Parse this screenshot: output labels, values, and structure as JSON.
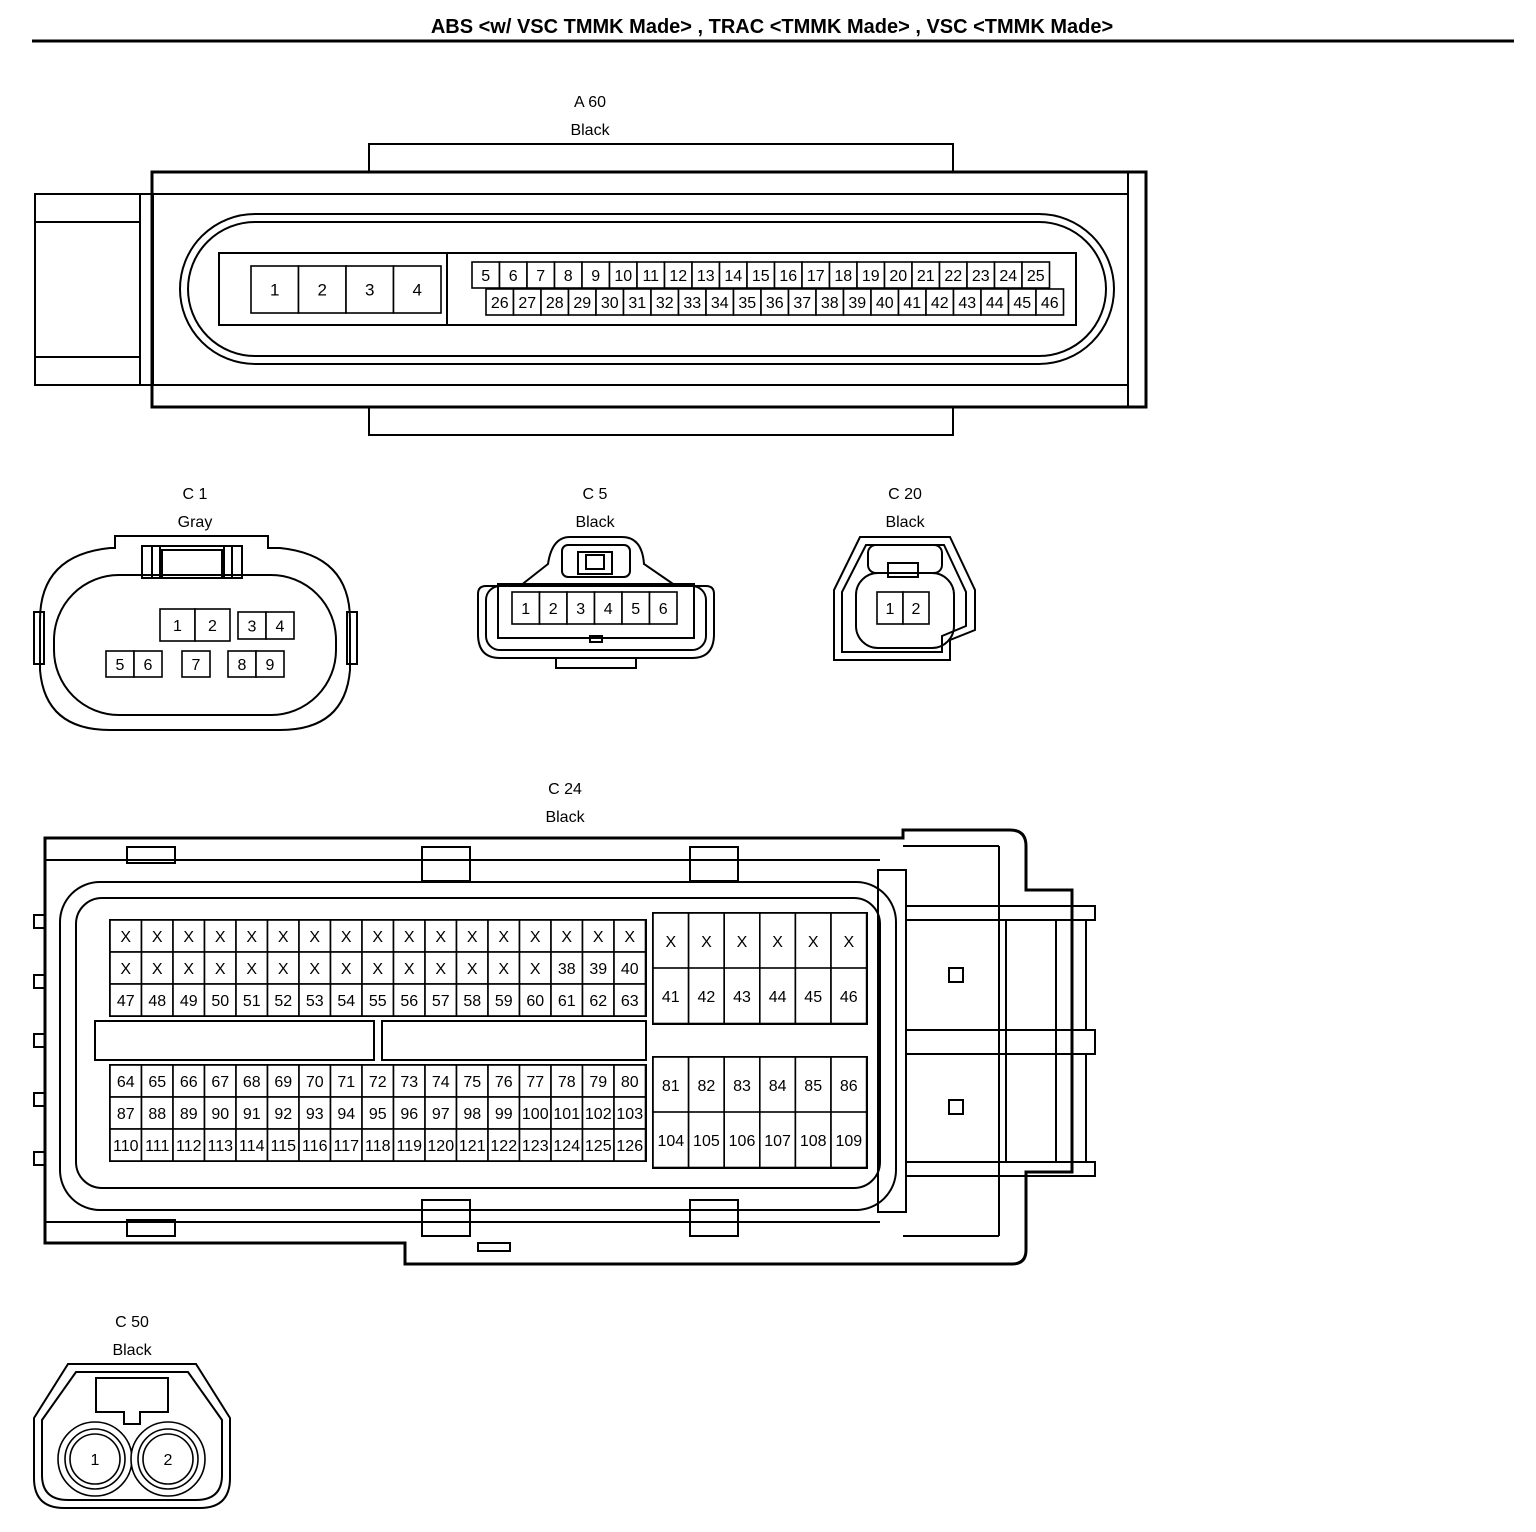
{
  "title": "ABS <w/ VSC TMMK Made> , TRAC <TMMK Made> , VSC <TMMK Made>",
  "connectors": {
    "A60": {
      "name": "A 60",
      "color": "Black",
      "pins_big": [
        "1",
        "2",
        "3",
        "4"
      ],
      "row1": [
        "5",
        "6",
        "7",
        "8",
        "9",
        "10",
        "11",
        "12",
        "13",
        "14",
        "15",
        "16",
        "17",
        "18",
        "19",
        "20",
        "21",
        "22",
        "23",
        "24",
        "25"
      ],
      "row2": [
        "26",
        "27",
        "28",
        "29",
        "30",
        "31",
        "32",
        "33",
        "34",
        "35",
        "36",
        "37",
        "38",
        "39",
        "40",
        "41",
        "42",
        "43",
        "44",
        "45",
        "46"
      ]
    },
    "C1": {
      "name": "C 1",
      "color": "Gray",
      "pins": [
        "1",
        "2",
        "3",
        "4",
        "5",
        "6",
        "7",
        "8",
        "9"
      ]
    },
    "C5": {
      "name": "C 5",
      "color": "Black",
      "pins": [
        "1",
        "2",
        "3",
        "4",
        "5",
        "6"
      ]
    },
    "C20": {
      "name": "C 20",
      "color": "Black",
      "pins": [
        "1",
        "2"
      ]
    },
    "C24": {
      "name": "C 24",
      "color": "Black",
      "left_rows": [
        [
          "X",
          "X",
          "X",
          "X",
          "X",
          "X",
          "X",
          "X",
          "X",
          "X",
          "X",
          "X",
          "X",
          "X",
          "X",
          "X",
          "X"
        ],
        [
          "X",
          "X",
          "X",
          "X",
          "X",
          "X",
          "X",
          "X",
          "X",
          "X",
          "X",
          "X",
          "X",
          "X",
          "38",
          "39",
          "40"
        ],
        [
          "47",
          "48",
          "49",
          "50",
          "51",
          "52",
          "53",
          "54",
          "55",
          "56",
          "57",
          "58",
          "59",
          "60",
          "61",
          "62",
          "63"
        ],
        [
          "64",
          "65",
          "66",
          "67",
          "68",
          "69",
          "70",
          "71",
          "72",
          "73",
          "74",
          "75",
          "76",
          "77",
          "78",
          "79",
          "80"
        ],
        [
          "87",
          "88",
          "89",
          "90",
          "91",
          "92",
          "93",
          "94",
          "95",
          "96",
          "97",
          "98",
          "99",
          "100",
          "101",
          "102",
          "103"
        ],
        [
          "110",
          "111",
          "112",
          "113",
          "114",
          "115",
          "116",
          "117",
          "118",
          "119",
          "120",
          "121",
          "122",
          "123",
          "124",
          "125",
          "126"
        ]
      ],
      "right_rows": [
        [
          "X",
          "X",
          "X",
          "X",
          "X",
          "X"
        ],
        [
          "41",
          "42",
          "43",
          "44",
          "45",
          "46"
        ],
        [
          "81",
          "82",
          "83",
          "84",
          "85",
          "86"
        ],
        [
          "104",
          "105",
          "106",
          "107",
          "108",
          "109"
        ]
      ]
    },
    "C50": {
      "name": "C 50",
      "color": "Black",
      "pins": [
        "1",
        "2"
      ]
    }
  }
}
